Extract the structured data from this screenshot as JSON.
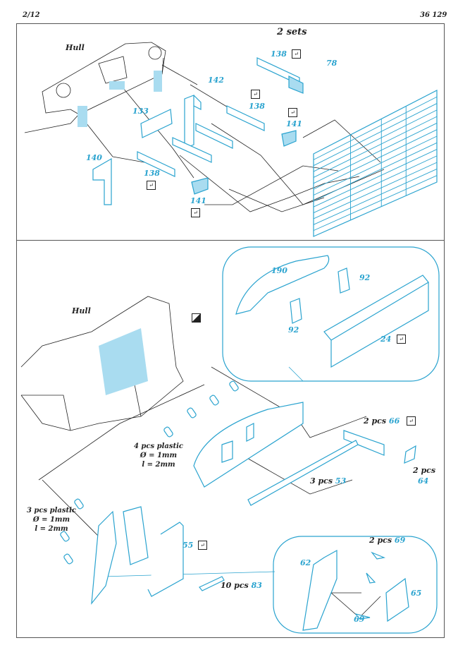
{
  "header": {
    "page": "2/12",
    "code": "36 129"
  },
  "top_panel": {
    "hull_label": "Hull",
    "sets_label": "2 sets",
    "parts": [
      "138",
      "78",
      "142",
      "138",
      "141",
      "133",
      "140",
      "138",
      "141"
    ]
  },
  "bottom_panel": {
    "hull_label": "Hull",
    "callout_parts": [
      "190",
      "92",
      "92",
      "24"
    ],
    "part_66": {
      "qty": "2 pcs",
      "num": "66"
    },
    "part_64": {
      "qty": "2 pcs",
      "num": "64"
    },
    "part_53": {
      "qty": "3 pcs",
      "num": "53"
    },
    "plastic_4": {
      "line1": "4 pcs plastic",
      "line2": "Ø = 1mm",
      "line3": "l = 2mm"
    },
    "plastic_3": {
      "line1": "3 pcs plastic",
      "line2": "Ø = 1mm",
      "line3": "l = 2mm"
    },
    "part_55": "55",
    "part_83": {
      "qty": "10 pcs",
      "num": "83"
    },
    "detail": {
      "part_69": {
        "qty": "2 pcs",
        "num": "69"
      },
      "part_62": "62",
      "part_65": "65",
      "part_69b": "69"
    }
  },
  "icons": {
    "bend": "bend-check-icon",
    "paint": "paint-icon"
  },
  "colors": {
    "part": "#2aa3cf",
    "part_fill": "#a9dcf0",
    "line": "#222222"
  }
}
